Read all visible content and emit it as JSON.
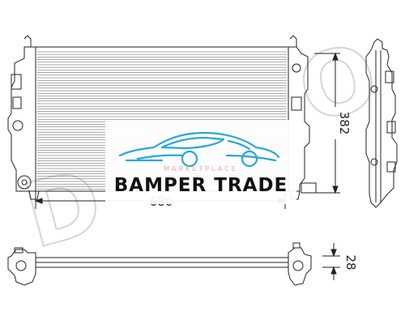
{
  "dimensions": {
    "width_label": "680",
    "height_label": "382",
    "depth_label": "28"
  },
  "watermark": {
    "letters": "DENSO"
  },
  "logo": {
    "brand": "BAMPER TRADE",
    "tagline": "MARKETPLACE",
    "car_color": "#2aa7d6"
  },
  "colors": {
    "line": "#222222",
    "watermark": "#d0d0d0"
  }
}
